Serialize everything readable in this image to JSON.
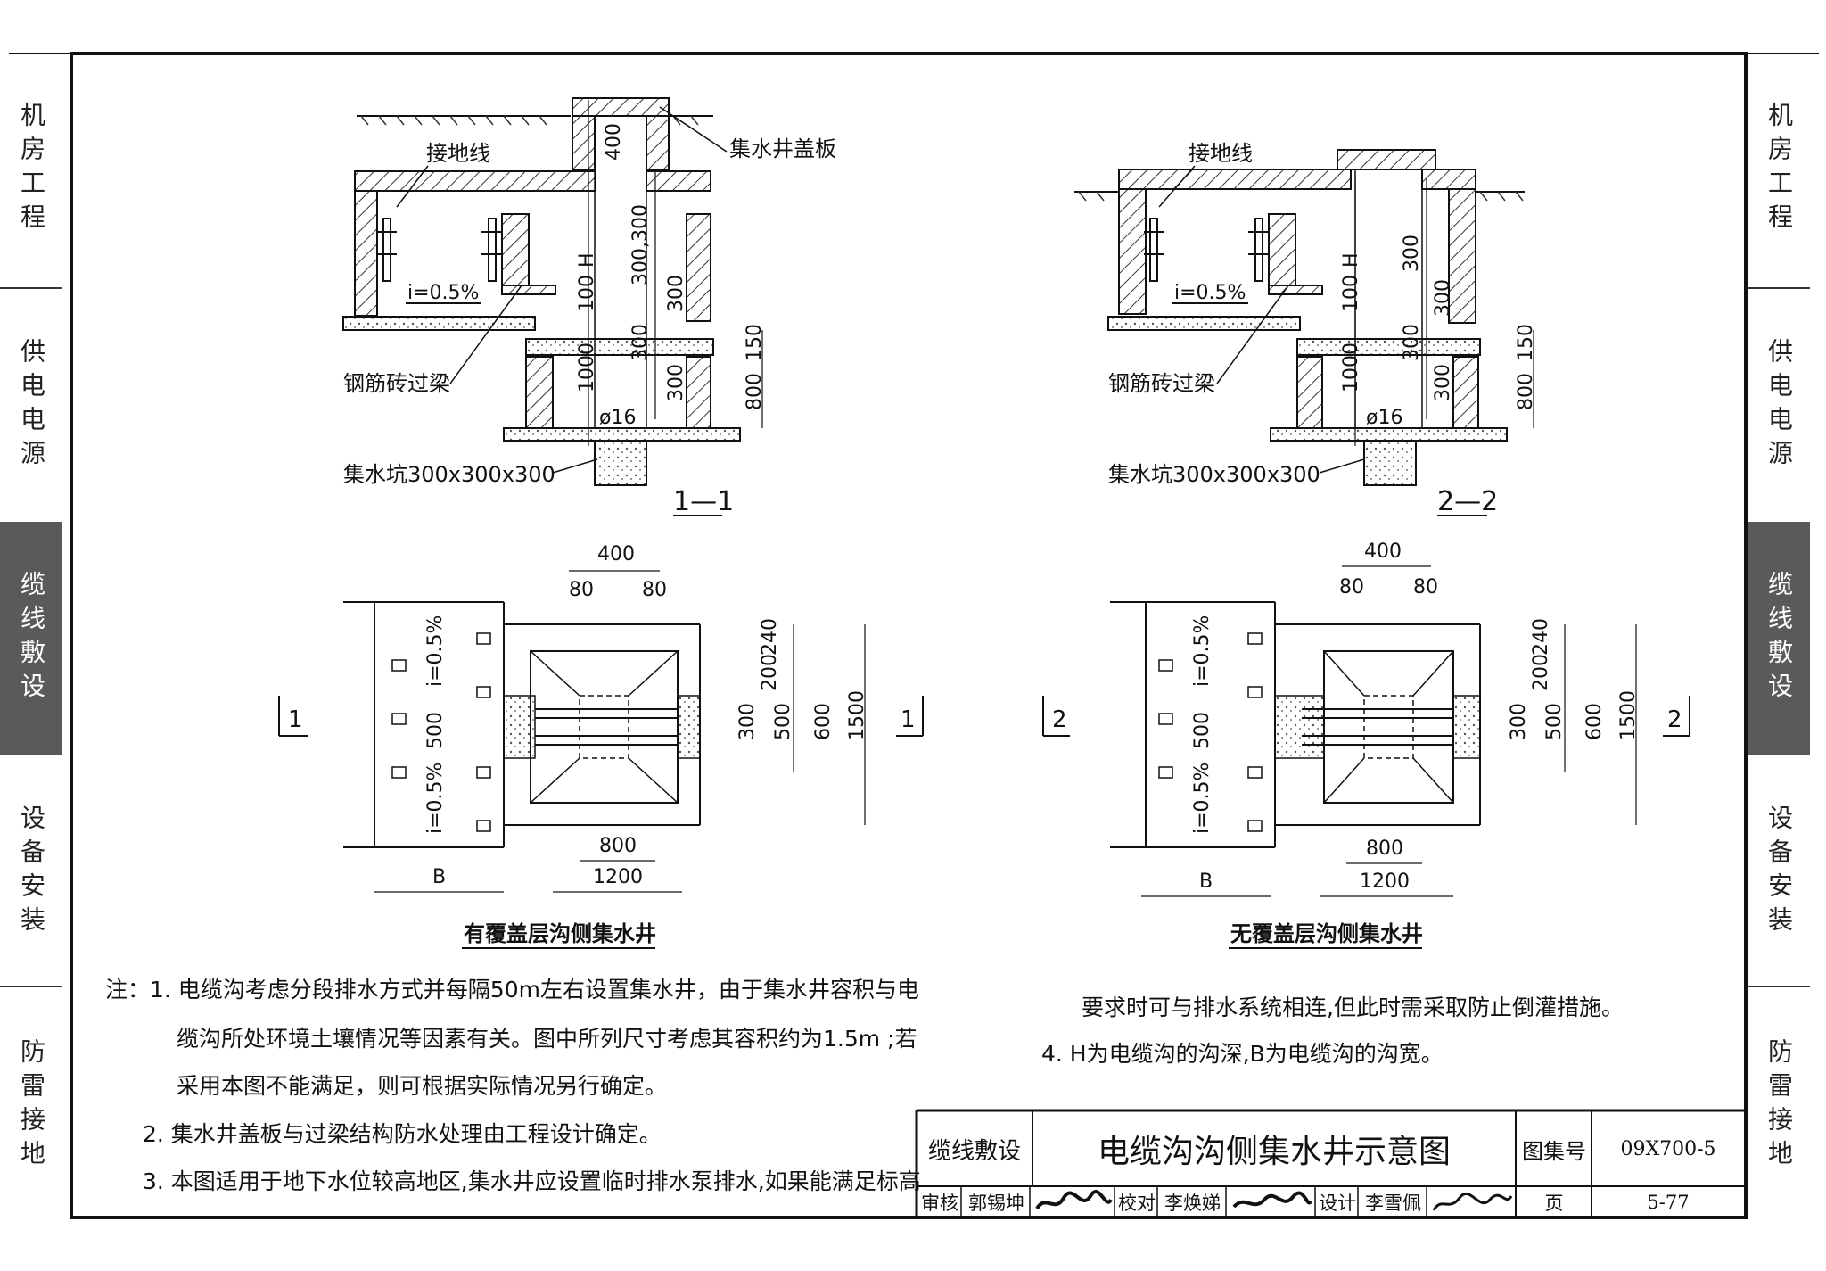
{
  "side_tabs_left": [
    "机房工程",
    "供电电源",
    "缆线敷设",
    "设备安装",
    "防雷接地"
  ],
  "side_tabs_right": [
    "机房工程",
    "供电电源",
    "缆线敷设",
    "设备安装",
    "防雷接地"
  ],
  "active_tab": "缆线敷设",
  "section_1": {
    "label_ground_wire": "接地线",
    "label_cover": "集水井盖板",
    "label_beam": "钢筋砖过梁",
    "label_pit": "集水坑300x300x300",
    "slope": "i=0.5%",
    "dim_400": "400",
    "dim_H": "H",
    "dim_300_300": "300,300",
    "dim_300a": "300",
    "dim_100": "100",
    "dim_300b": "300",
    "dim_1000": "1000",
    "dim_300c": "300",
    "dim_150": "150",
    "dim_800": "800",
    "dia": "ø16",
    "section_mark": "1—1"
  },
  "section_2": {
    "label_ground_wire": "接地线",
    "label_beam": "钢筋砖过梁",
    "label_pit": "集水坑300x300x300",
    "slope": "i=0.5%",
    "dim_H": "H",
    "dim_300a": "300",
    "dim_300b": "300",
    "dim_100": "100",
    "dim_300c": "300",
    "dim_1000": "1000",
    "dim_300d": "300",
    "dim_150": "150",
    "dim_800": "800",
    "dia": "ø16",
    "section_mark": "2—2"
  },
  "plan_1": {
    "dim_400": "400",
    "dim_80a": "80",
    "dim_80b": "80",
    "dim_240": "240",
    "dim_200": "200",
    "dim_300": "300",
    "dim_500v": "500",
    "dim_600": "600",
    "dim_1500": "1500",
    "dim_500": "500",
    "dim_800": "800",
    "dim_1200": "1200",
    "dim_B": "B",
    "slope": "i=0.5%",
    "cut_mark": "1",
    "caption": "有覆盖层沟侧集水井"
  },
  "plan_2": {
    "dim_400": "400",
    "dim_80a": "80",
    "dim_80b": "80",
    "dim_240": "240",
    "dim_200": "200",
    "dim_300": "300",
    "dim_500v": "500",
    "dim_600": "600",
    "dim_1500": "1500",
    "dim_500": "500",
    "dim_800": "800",
    "dim_1200": "1200",
    "dim_B": "B",
    "slope": "i=0.5%",
    "cut_mark": "2",
    "caption": "无覆盖层沟侧集水井"
  },
  "notes": {
    "n1_line1": "注：1.  电缆沟考虑分段排水方式并每隔50m左右设置集水井，由于集水井容积与电",
    "n1_line2": "缆沟所处环境土壤情况等因素有关。图中所列尺寸考虑其容积约为1.5m  ;若",
    "n1_line3": "采用本图不能满足，则可根据实际情况另行确定。",
    "n2": "2.  集水井盖板与过梁结构防水处理由工程设计确定。",
    "n3": "3.  本图适用于地下水位较高地区,集水井应设置临时排水泵排水,如果能满足标高",
    "n3_cont": "要求时可与排水系统相连,但此时需采取防止倒灌措施。",
    "n4": "4.  H为电缆沟的沟深,B为电缆沟的沟宽。"
  },
  "title_block": {
    "category": "缆线敷设",
    "title": "电缆沟沟侧集水井示意图",
    "atlas_label": "图集号",
    "atlas_no": "09X700-5",
    "review_label": "审核",
    "reviewer": "郭锡坤",
    "check_label": "校对",
    "checker": "李焕娣",
    "design_label": "设计",
    "designer": "李雪佩",
    "page_label": "页",
    "page_no": "5-77"
  }
}
